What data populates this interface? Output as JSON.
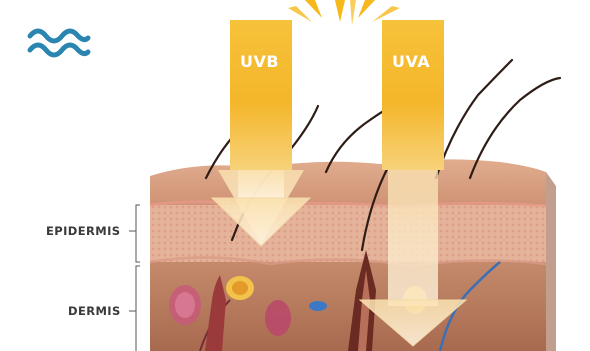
{
  "logo": {
    "icon": "wave-logo-icon",
    "line1": "",
    "line2": "",
    "color": "#2a86b0"
  },
  "rays": [
    {
      "label": "UVB",
      "color": "#f3b52a"
    },
    {
      "label": "UVA",
      "color": "#f3b52a"
    }
  ],
  "layers": [
    {
      "label": "EPIDERMIS"
    },
    {
      "label": "DERMIS"
    }
  ],
  "colors": {
    "skin_top": "#dca688",
    "dermis": "#b97a5d",
    "epidermis_band": "#e7b79c",
    "sun": "#f6b81a"
  }
}
